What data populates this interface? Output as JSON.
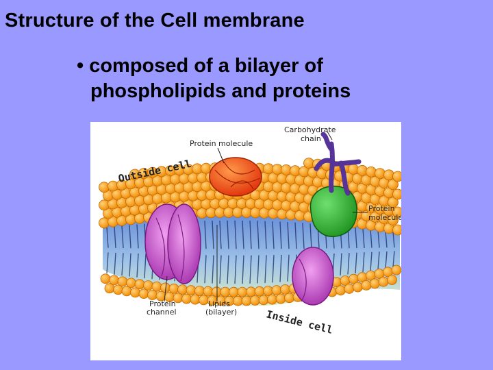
{
  "slide": {
    "title": "Structure of the Cell membrane",
    "bullet_marker": "•",
    "bullet_line1": "composed of a bilayer of",
    "bullet_line2": "phospholipids and proteins"
  },
  "diagram": {
    "labels": {
      "protein_molecule_top": "Protein molecule",
      "carbohydrate_chain_1": "Carbohydrate",
      "carbohydrate_chain_2": "chain",
      "outside_cell": "Outside cell",
      "protein_molecule_right_1": "Protein",
      "protein_molecule_right_2": "molecule",
      "protein_channel_1": "Protein",
      "protein_channel_2": "channel",
      "lipids_1": "Lipids",
      "lipids_2": "(bilayer)",
      "inside_cell": "Inside cell"
    },
    "colors": {
      "background": "#9999ff",
      "lipid_head": "#f5a623",
      "lipid_head_edge": "#c76a00",
      "channel_protein": "#cc55cc",
      "globular_protein": "#ff5a1f",
      "green_protein": "#2bb52b",
      "carbohydrate": "#553399",
      "inner_gradient_top": "#6a8fd8",
      "inner_gradient_bottom": "#d8ecc8"
    }
  }
}
